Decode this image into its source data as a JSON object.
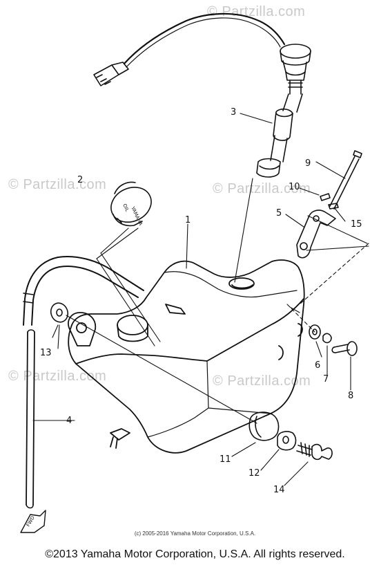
{
  "watermark": {
    "text": "Partzilla.com",
    "symbol": "©"
  },
  "parts": {
    "p1": "1",
    "p2": "2",
    "p3": "3",
    "p4": "4",
    "p5": "5",
    "p6": "6",
    "p7": "7",
    "p8": "8",
    "p9": "9",
    "p10": "10",
    "p11": "11",
    "p12": "12",
    "p13": "13",
    "p14": "14",
    "p15": "15"
  },
  "cap_text": "OIL",
  "cap_text2": "YAMAHA",
  "fwd_text": "FWD",
  "footer": {
    "small": "(c) 2005-2016 Yamaha Motor Corporation, U.S.A.",
    "main": "©2013 Yamaha Motor Corporation, U.S.A. All rights reserved."
  }
}
